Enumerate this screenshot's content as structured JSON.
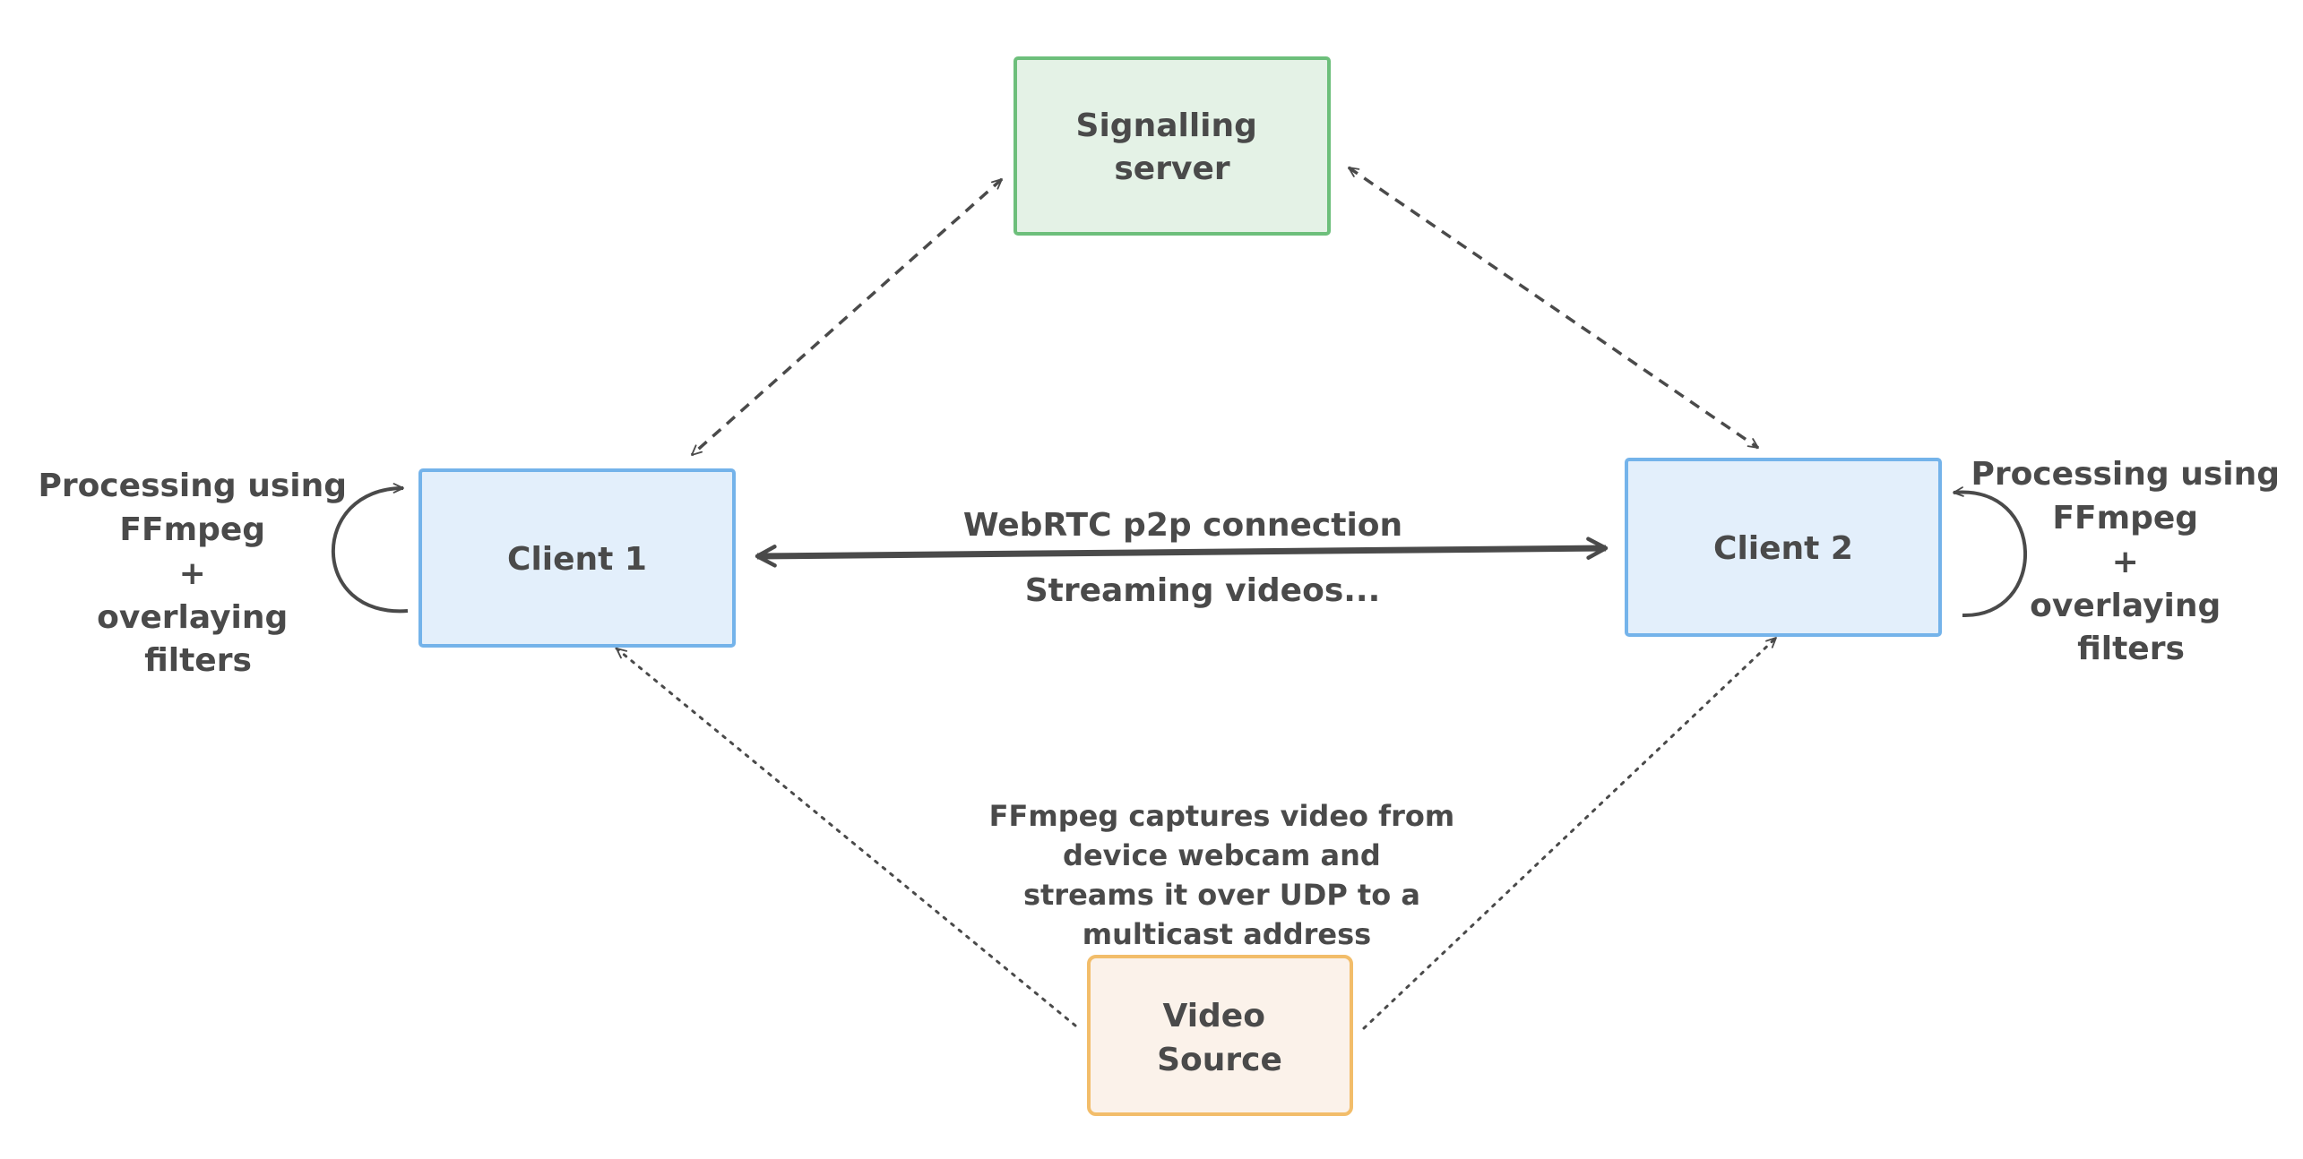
{
  "nodes": {
    "signalling": {
      "lines": [
        "Signalling",
        "server"
      ],
      "fill": "#e4f2e6",
      "stroke": "#6dbf7b"
    },
    "client1": {
      "lines": [
        "Client 1"
      ],
      "fill": "#e3effb",
      "stroke": "#74b3ea"
    },
    "client2": {
      "lines": [
        "Client 2"
      ],
      "fill": "#e3effb",
      "stroke": "#74b3ea"
    },
    "video_source": {
      "lines": [
        "Video",
        "Source"
      ],
      "fill": "#fbf2ea",
      "stroke": "#f2bd6a"
    }
  },
  "labels": {
    "left_processing": [
      "Processing using",
      "FFmpeg",
      "+",
      "overlaying",
      "filters"
    ],
    "right_processing": [
      "Processing using",
      "FFmpeg",
      "+",
      "overlaying",
      "filters"
    ],
    "webrtc_top": "WebRTC p2p connection",
    "webrtc_bottom": "Streaming videos...",
    "capture_note": [
      "FFmpeg captures video from",
      "device webcam and",
      "streams it over UDP to a",
      "multicast address"
    ]
  },
  "colors": {
    "text": "#4a4a4a",
    "edge": "#4a4a4a"
  }
}
